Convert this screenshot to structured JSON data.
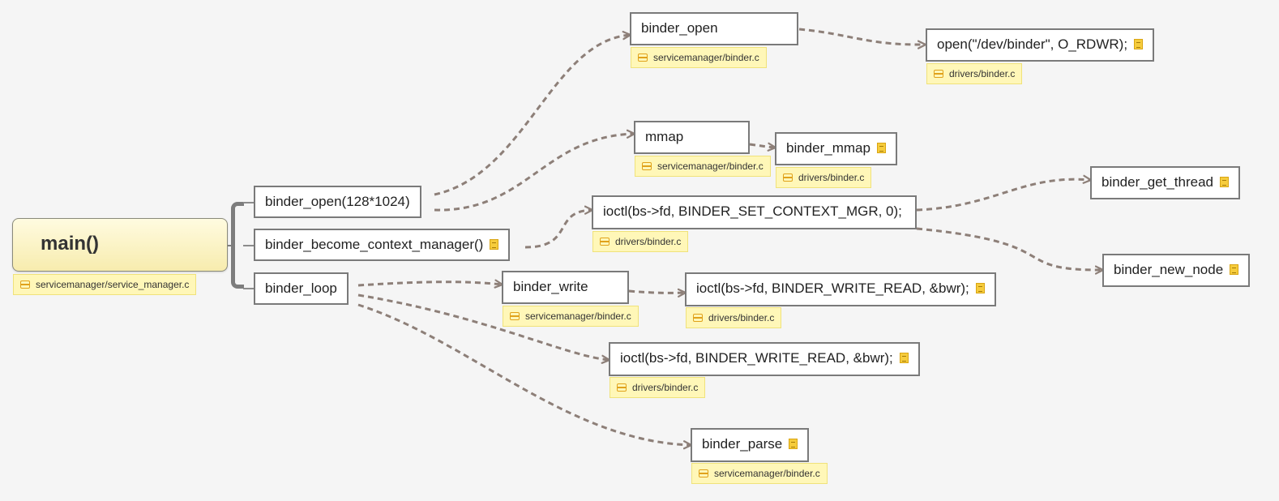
{
  "root": {
    "label": "main()",
    "file": "servicemanager/service_manager.c"
  },
  "nodes": {
    "binder_open_call": {
      "label": "binder_open(128*1024)"
    },
    "become_ctx_mgr": {
      "label": "binder_become_context_manager()"
    },
    "binder_loop": {
      "label": "binder_loop"
    },
    "binder_open_impl": {
      "label": "binder_open",
      "file": "servicemanager/binder.c"
    },
    "open_dev": {
      "label": "open(\"/dev/binder\", O_RDWR);",
      "file": "drivers/binder.c"
    },
    "mmap": {
      "label": "mmap",
      "file": "servicemanager/binder.c"
    },
    "binder_mmap": {
      "label": "binder_mmap",
      "file": "drivers/binder.c"
    },
    "ioctl_ctx": {
      "label": "ioctl(bs->fd, BINDER_SET_CONTEXT_MGR, 0);",
      "file": "drivers/binder.c"
    },
    "binder_get_thread": {
      "label": "binder_get_thread"
    },
    "binder_new_node": {
      "label": "binder_new_node"
    },
    "binder_write": {
      "label": "binder_write",
      "file": "servicemanager/binder.c"
    },
    "ioctl_write_read_1": {
      "label": "ioctl(bs->fd, BINDER_WRITE_READ, &bwr);",
      "file": "drivers/binder.c"
    },
    "ioctl_write_read_2": {
      "label": "ioctl(bs->fd, BINDER_WRITE_READ, &bwr);",
      "file": "drivers/binder.c"
    },
    "binder_parse": {
      "label": "binder_parse",
      "file": "servicemanager/binder.c"
    }
  },
  "icons": {
    "note": "note-icon",
    "file": "database-icon"
  },
  "colors": {
    "connector": "#8d7f78",
    "tag_bg": "#fff7b8",
    "note_icon": "#f6cc3c",
    "root_bg": "#f7ecae"
  }
}
